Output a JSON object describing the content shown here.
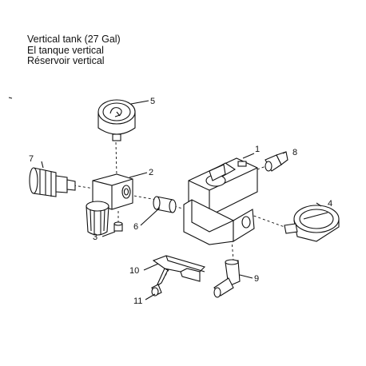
{
  "title": {
    "line1": "Vertical tank (27 Gal)",
    "line2": "El tanque vertical",
    "line3": "Réservoir vertical"
  },
  "callouts": {
    "c1": "1",
    "c2": "2",
    "c3": "3",
    "c4": "4",
    "c5": "5",
    "c6": "6",
    "c7": "7",
    "c8": "8",
    "c9": "9",
    "c10": "10",
    "c11": "11"
  },
  "parts": {
    "p1": "pressure-switch",
    "p2": "regulator",
    "p3": "plug",
    "p4": "tank-pressure-gauge",
    "p5": "outlet-pressure-gauge",
    "p6": "nipple",
    "p7": "quick-coupler",
    "p8": "elbow-fitting",
    "p9": "check-valve-elbow",
    "p10": "mounting-bracket",
    "p11": "screw"
  }
}
